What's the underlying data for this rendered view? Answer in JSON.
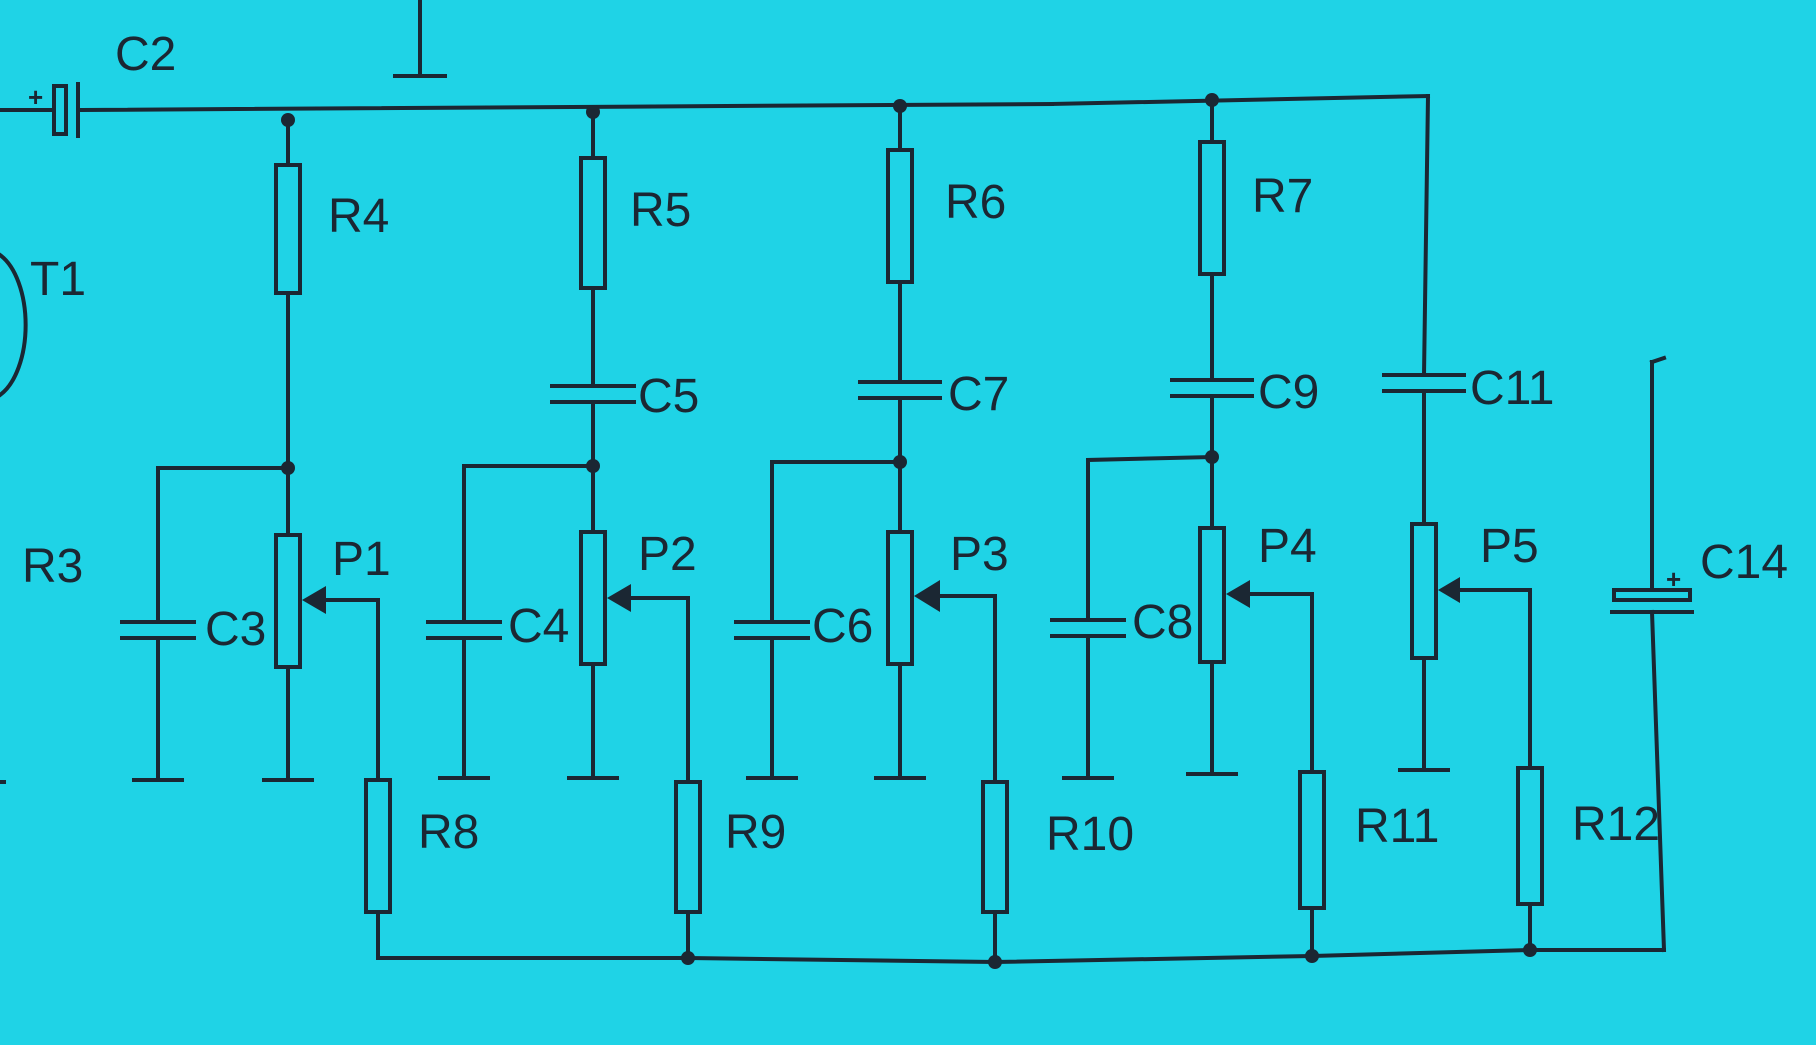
{
  "colors": {
    "background": "#1fd3e6",
    "ink": "#1b2733"
  },
  "labels": {
    "C2": "C2",
    "T1": "T1",
    "R3": "R3",
    "R4": "R4",
    "R5": "R5",
    "R6": "R6",
    "R7": "R7",
    "C3": "C3",
    "C4": "C4",
    "C5": "C5",
    "C6": "C6",
    "C7": "C7",
    "C8": "C8",
    "C9": "C9",
    "C11": "C11",
    "C14": "C14",
    "P1": "P1",
    "P2": "P2",
    "P3": "P3",
    "P4": "P4",
    "P5": "P5",
    "R8": "R8",
    "R9": "R9",
    "R10": "R10",
    "R11": "R11",
    "R12": "R12"
  },
  "polarity": {
    "C2": "+",
    "C14": "+"
  }
}
